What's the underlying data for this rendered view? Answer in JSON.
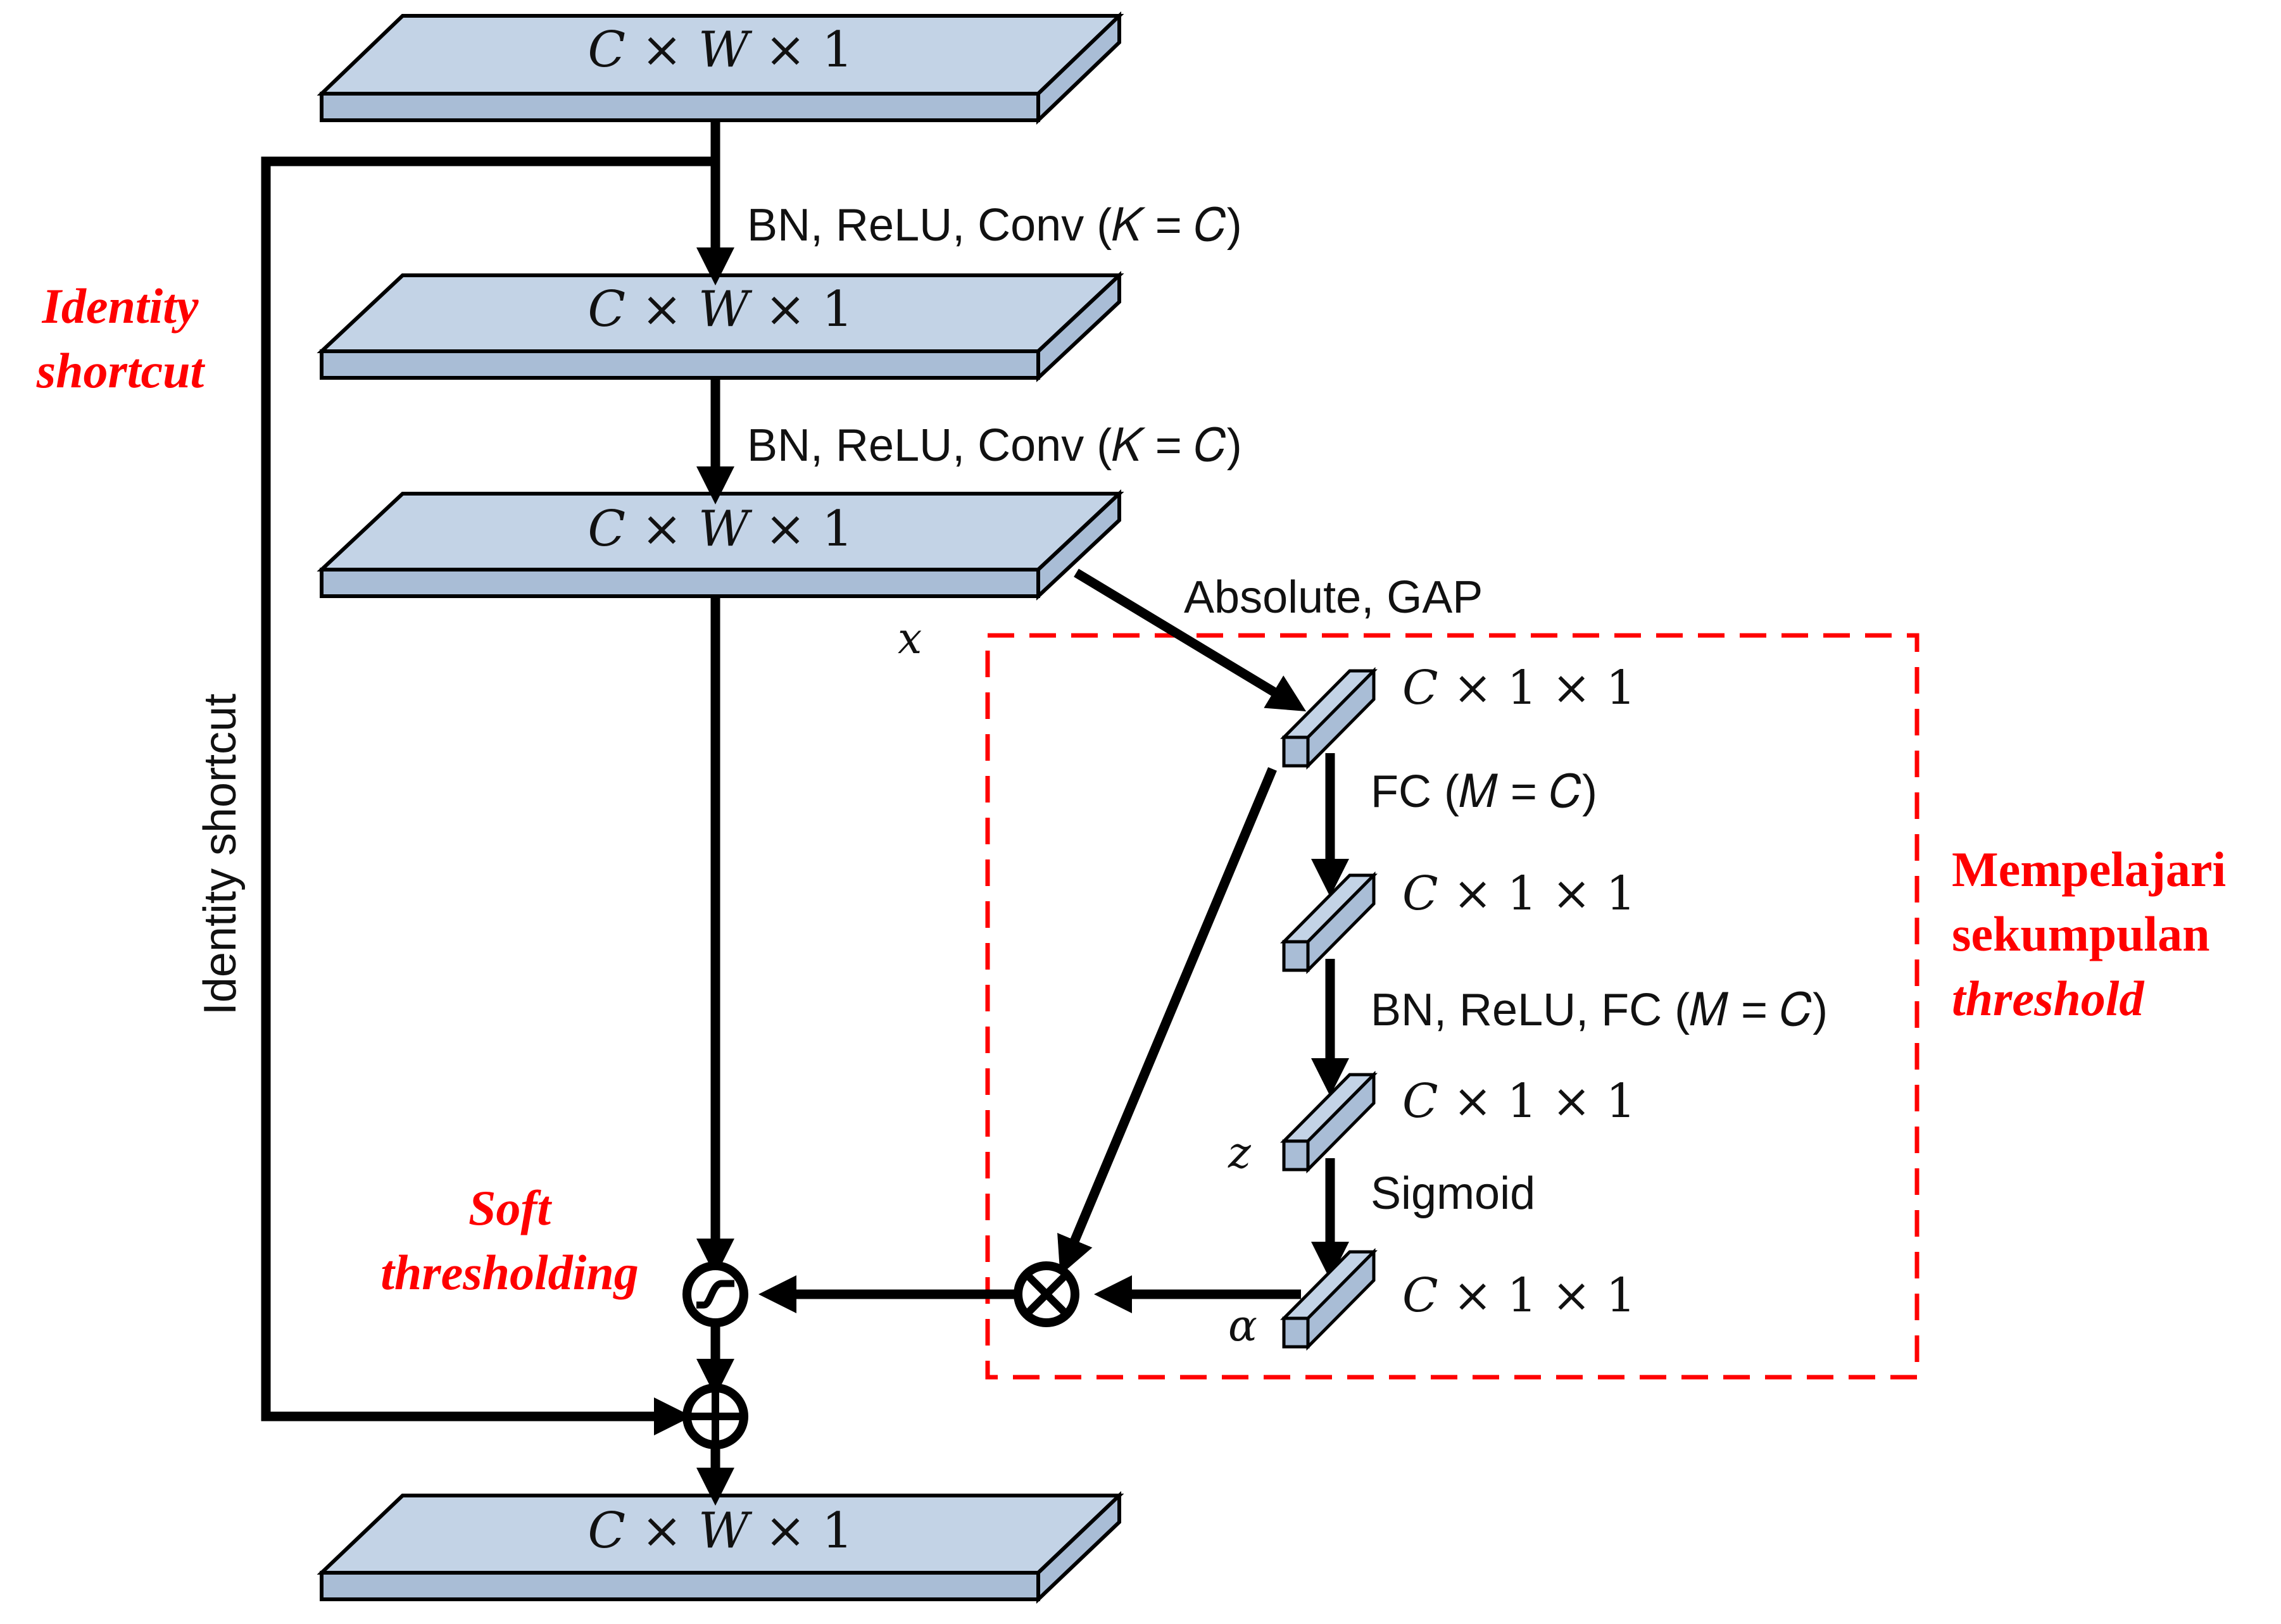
{
  "colors": {
    "block_face": "#c3d3e6",
    "block_side": "#a9bdd6",
    "stroke": "#000000",
    "annotation": "#ff0000"
  },
  "blocks": {
    "input": "𝐶 × 𝑊 × 1",
    "conv1_out": "𝐶 × 𝑊 × 1",
    "conv2_out": "𝐶 × 𝑊 × 1",
    "output": "𝐶 × 𝑊 × 1"
  },
  "ops": {
    "conv1": "BN, ReLU, Conv (𝐾 = 𝐶)",
    "conv2": "BN, ReLU, Conv (𝐾 = 𝐶)",
    "abs_gap": "Absolute, GAP",
    "fc1": "FC (𝑀 = 𝐶)",
    "fc2": "BN, ReLU, FC (𝑀 = 𝐶)",
    "sigmoid": "Sigmoid"
  },
  "vectors": {
    "v1": "𝐶 × 1 × 1",
    "v2": "𝐶 × 1 × 1",
    "v3": "𝐶 × 1 × 1",
    "v4": "𝐶 × 1 × 1"
  },
  "variables": {
    "x": "𝑥",
    "z": "𝑧",
    "alpha": "𝛼"
  },
  "shortcut_label": "Identity shortcut",
  "annotations": {
    "identity_line1": "Identity",
    "identity_line2": "shortcut",
    "soft_line1": "Soft",
    "soft_line2": "thresholding",
    "threshold_line1": "Mempelajari",
    "threshold_line2": "sekumpulan",
    "threshold_line3": "threshold"
  }
}
